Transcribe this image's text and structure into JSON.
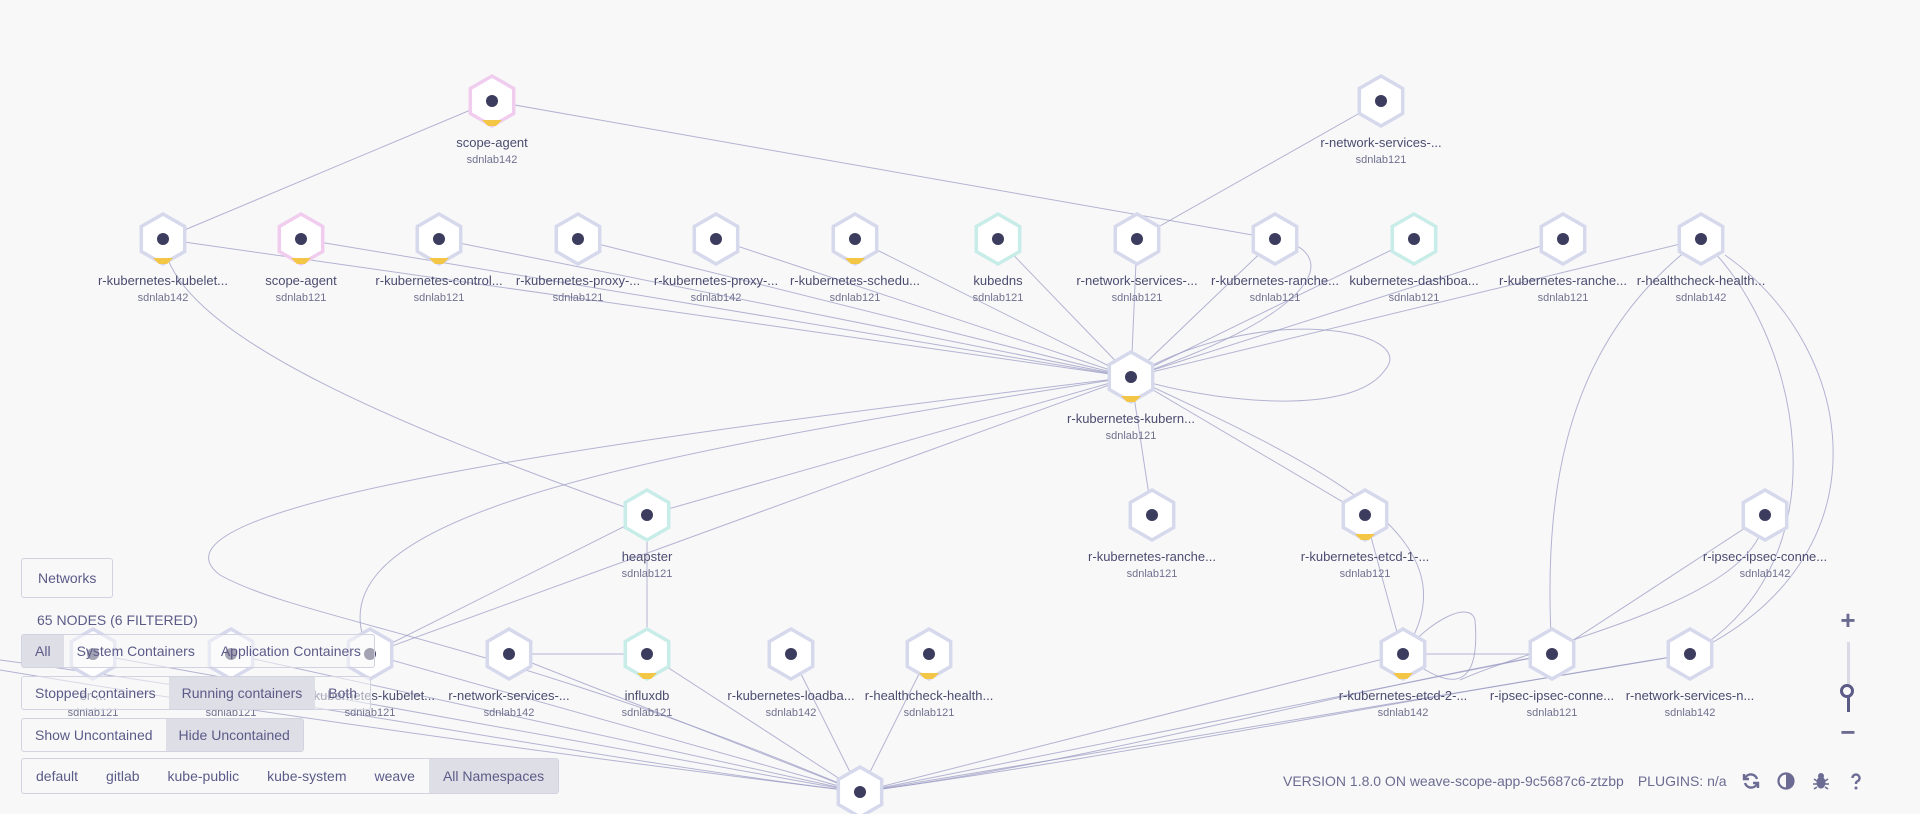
{
  "colors": {
    "accent": "#5b5b88",
    "node_default": "#d6d8ec",
    "node_pink": "#f0cdef",
    "node_teal": "#c8ece8",
    "badge": "#f3c646",
    "edge": "#9c9cc4"
  },
  "graph": {
    "nodes": [
      {
        "id": "n1",
        "label": "scope-agent",
        "sub": "sdnlab142",
        "c": "pink",
        "badge": true
      },
      {
        "id": "n2",
        "label": "r-network-services-...",
        "sub": "sdnlab121",
        "c": "std",
        "badge": false
      },
      {
        "id": "n3",
        "label": "r-kubernetes-kubelet...",
        "sub": "sdnlab142",
        "c": "std",
        "badge": true
      },
      {
        "id": "n4",
        "label": "scope-agent",
        "sub": "sdnlab121",
        "c": "pink",
        "badge": true
      },
      {
        "id": "n5",
        "label": "r-kubernetes-control...",
        "sub": "sdnlab121",
        "c": "std",
        "badge": true
      },
      {
        "id": "n6",
        "label": "r-kubernetes-proxy-...",
        "sub": "sdnlab121",
        "c": "std",
        "badge": false
      },
      {
        "id": "n7",
        "label": "r-kubernetes-proxy-...",
        "sub": "sdnlab142",
        "c": "std",
        "badge": false
      },
      {
        "id": "n8",
        "label": "r-kubernetes-schedu...",
        "sub": "sdnlab121",
        "c": "std",
        "badge": true
      },
      {
        "id": "n9",
        "label": "kubedns",
        "sub": "sdnlab121",
        "c": "teal",
        "badge": false
      },
      {
        "id": "n10",
        "label": "r-network-services-...",
        "sub": "sdnlab121",
        "c": "std",
        "badge": false
      },
      {
        "id": "n11",
        "label": "r-kubernetes-ranche...",
        "sub": "sdnlab121",
        "c": "std",
        "badge": false
      },
      {
        "id": "n12",
        "label": "kubernetes-dashboa...",
        "sub": "sdnlab121",
        "c": "teal",
        "badge": false
      },
      {
        "id": "n13",
        "label": "r-kubernetes-ranche...",
        "sub": "sdnlab121",
        "c": "std",
        "badge": false
      },
      {
        "id": "n14",
        "label": "r-healthcheck-health...",
        "sub": "sdnlab142",
        "c": "std",
        "badge": false
      },
      {
        "id": "n15",
        "label": "r-kubernetes-kubern...",
        "sub": "sdnlab121",
        "c": "std",
        "badge": true
      },
      {
        "id": "n16",
        "label": "heapster",
        "sub": "sdnlab121",
        "c": "teal",
        "badge": false
      },
      {
        "id": "n17",
        "label": "r-kubernetes-ranche...",
        "sub": "sdnlab121",
        "c": "std",
        "badge": false
      },
      {
        "id": "n18",
        "label": "r-kubernetes-etcd-1-...",
        "sub": "sdnlab121",
        "c": "std",
        "badge": true
      },
      {
        "id": "n19",
        "label": "r-ipsec-ipsec-conne...",
        "sub": "sdnlab142",
        "c": "std",
        "badge": false
      },
      {
        "id": "n20",
        "label": "er-...",
        "sub": "sdnlab121",
        "c": "std",
        "badge": false
      },
      {
        "id": "n21",
        "label": "r-kub...",
        "sub": "sdnlab121",
        "c": "std",
        "badge": false
      },
      {
        "id": "n22",
        "label": "r-kubernetes-kubelet...",
        "sub": "sdnlab121",
        "c": "std",
        "badge": false
      },
      {
        "id": "n23",
        "label": "r-network-services-...",
        "sub": "sdnlab142",
        "c": "std",
        "badge": false
      },
      {
        "id": "n24",
        "label": "influxdb",
        "sub": "sdnlab121",
        "c": "teal",
        "badge": true
      },
      {
        "id": "n25",
        "label": "r-kubernetes-loadba...",
        "sub": "sdnlab142",
        "c": "std",
        "badge": false
      },
      {
        "id": "n26",
        "label": "r-healthcheck-health...",
        "sub": "sdnlab121",
        "c": "std",
        "badge": true
      },
      {
        "id": "n27",
        "label": "r-kubernetes-etcd-2-...",
        "sub": "sdnlab142",
        "c": "std",
        "badge": true
      },
      {
        "id": "n28",
        "label": "r-ipsec-ipsec-conne...",
        "sub": "sdnlab121",
        "c": "std",
        "badge": false
      },
      {
        "id": "n29",
        "label": "r-network-services-n...",
        "sub": "sdnlab142",
        "c": "std",
        "badge": false
      },
      {
        "id": "n30",
        "label": "",
        "sub": "",
        "c": "std",
        "badge": false
      }
    ]
  },
  "controls": {
    "networks": "Networks",
    "nodes_count": "65 NODES (6 FILTERED)",
    "topology": [
      "All",
      "System Containers",
      "Application Containers"
    ],
    "topology_selected": "All",
    "state": [
      "Stopped containers",
      "Running containers",
      "Both"
    ],
    "state_selected": "Running containers",
    "uncontained": [
      "Show Uncontained",
      "Hide Uncontained"
    ],
    "uncontained_selected": "Hide Uncontained",
    "namespaces": [
      "default",
      "gitlab",
      "kube-public",
      "kube-system",
      "weave",
      "All Namespaces"
    ],
    "namespace_selected": "All Namespaces"
  },
  "footer": {
    "version": "VERSION 1.8.0 ON weave-scope-app-9c5687c6-ztzbp",
    "plugins": "PLUGINS: n/a"
  },
  "zoom": {
    "level": 0.3
  }
}
